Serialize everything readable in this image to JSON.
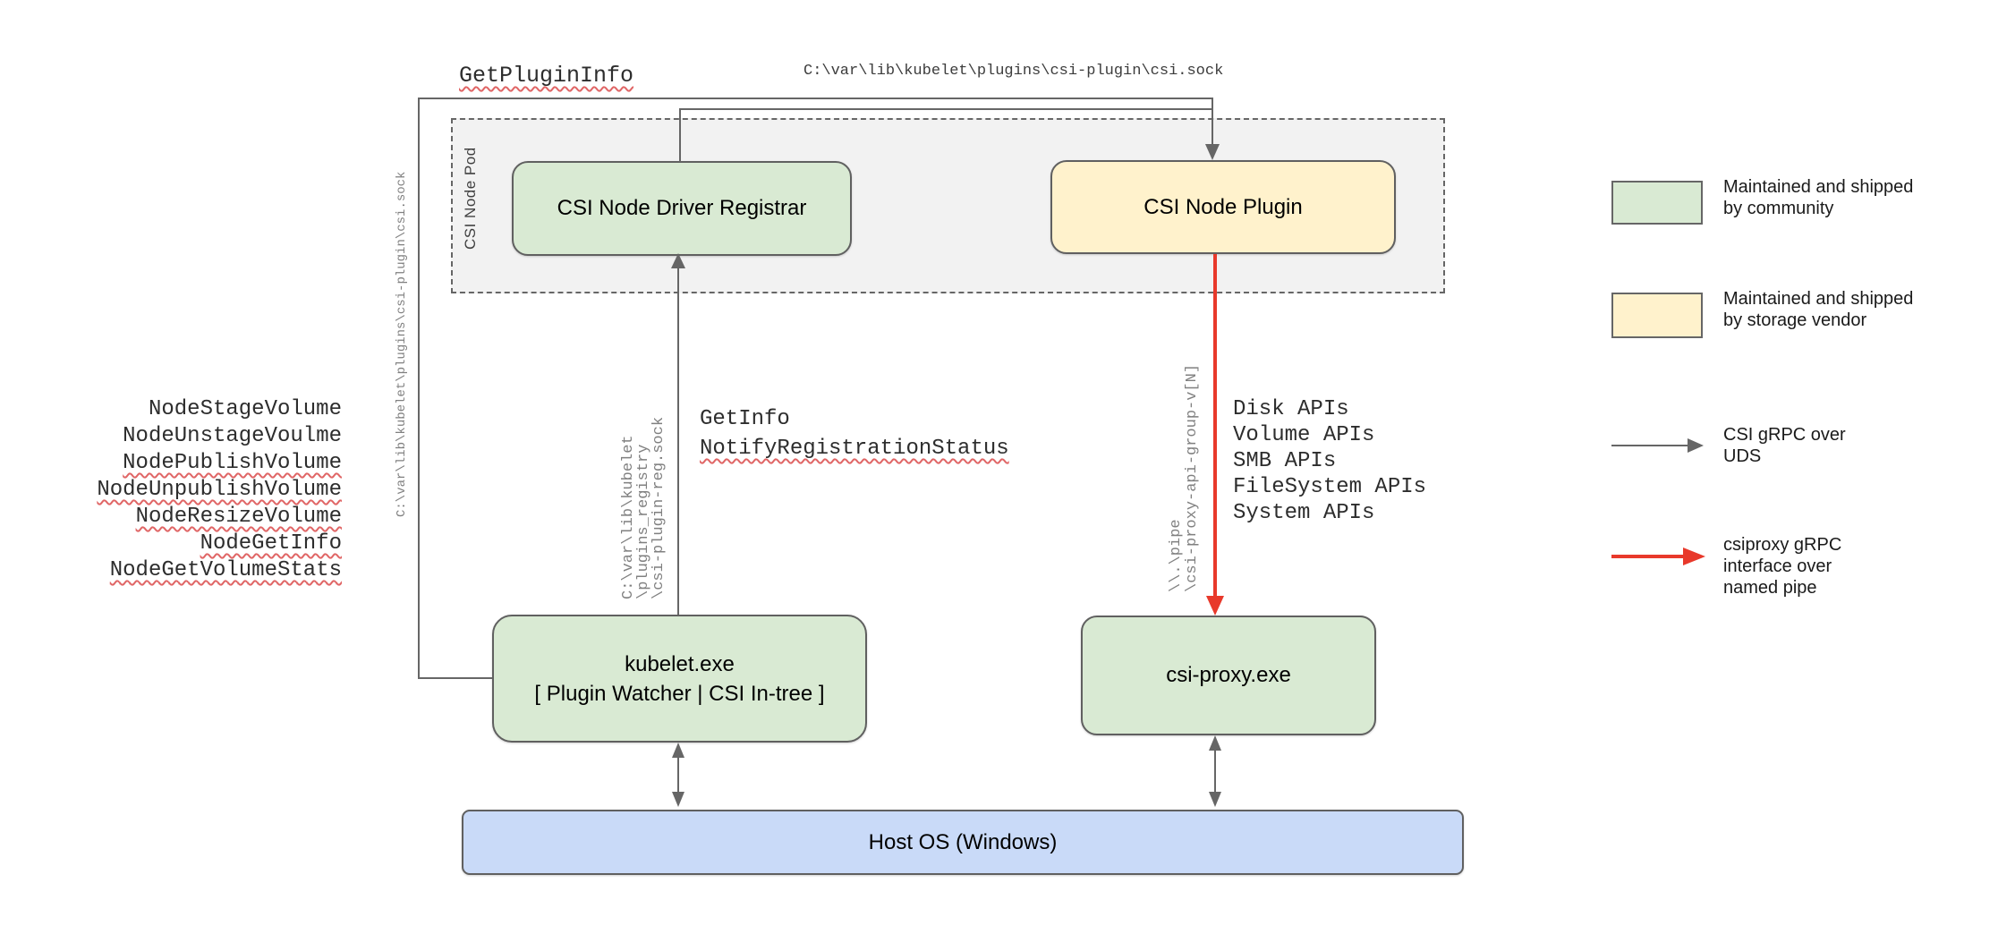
{
  "colors": {
    "community_green": "#d9ead3",
    "vendor_yellow": "#fff2cc",
    "host_blue": "#c9daf8",
    "pod_fill_gray": "#f2f2f2",
    "line_gray": "#666666",
    "named_pipe_red": "#e8392b",
    "squiggle_red": "#e06666",
    "path_label_gray": "#808080"
  },
  "nodes": {
    "pod_label": "CSI Node Pod",
    "registrar": "CSI Node Driver Registrar",
    "plugin": "CSI Node Plugin",
    "kubelet_title": "kubelet.exe",
    "kubelet_subtitle": "[ Plugin Watcher | CSI In-tree ]",
    "csi_proxy": "csi-proxy.exe",
    "host_os": "Host OS (Windows)"
  },
  "edges": {
    "get_plugin_info": "GetPluginInfo",
    "csi_sock_path_top": "C:\\var\\lib\\kubelet\\plugins\\csi-plugin\\csi.sock",
    "csi_sock_path_left": "C:\\var\\lib\\kubelet\\plugins\\csi-plugin\\csi.sock",
    "get_info": "GetInfo",
    "notify_registration_status": "NotifyRegistrationStatus",
    "registry_sock_path": "C:\\var\\lib\\kubelet\n\\plugins_registry\n\\csi-plugin-reg.sock",
    "named_pipe_path": "\\\\.\\pipe\n\\csi-proxy-api-group-v[N]"
  },
  "node_calls": [
    {
      "text": "NodeStageVolume",
      "underlined": false
    },
    {
      "text": "NodeUnstageVoulme",
      "underlined": false
    },
    {
      "text": "NodePublishVolume",
      "underlined": true
    },
    {
      "text": "NodeUnpublishVolume",
      "underlined": true
    },
    {
      "text": "NodeResizeVolume",
      "underlined": true
    },
    {
      "text": "NodeGetInfo",
      "underlined": true
    },
    {
      "text": "NodeGetVolumeStats",
      "underlined": true
    }
  ],
  "os_apis": [
    "Disk APIs",
    "Volume APIs",
    "SMB APIs",
    "FileSystem APIs",
    "System APIs"
  ],
  "legend": {
    "community": "Maintained and shipped\nby community",
    "vendor": "Maintained and shipped\nby storage vendor",
    "uds": "CSI gRPC over\nUDS",
    "pipe": "csiproxy gRPC\ninterface over\nnamed pipe"
  }
}
